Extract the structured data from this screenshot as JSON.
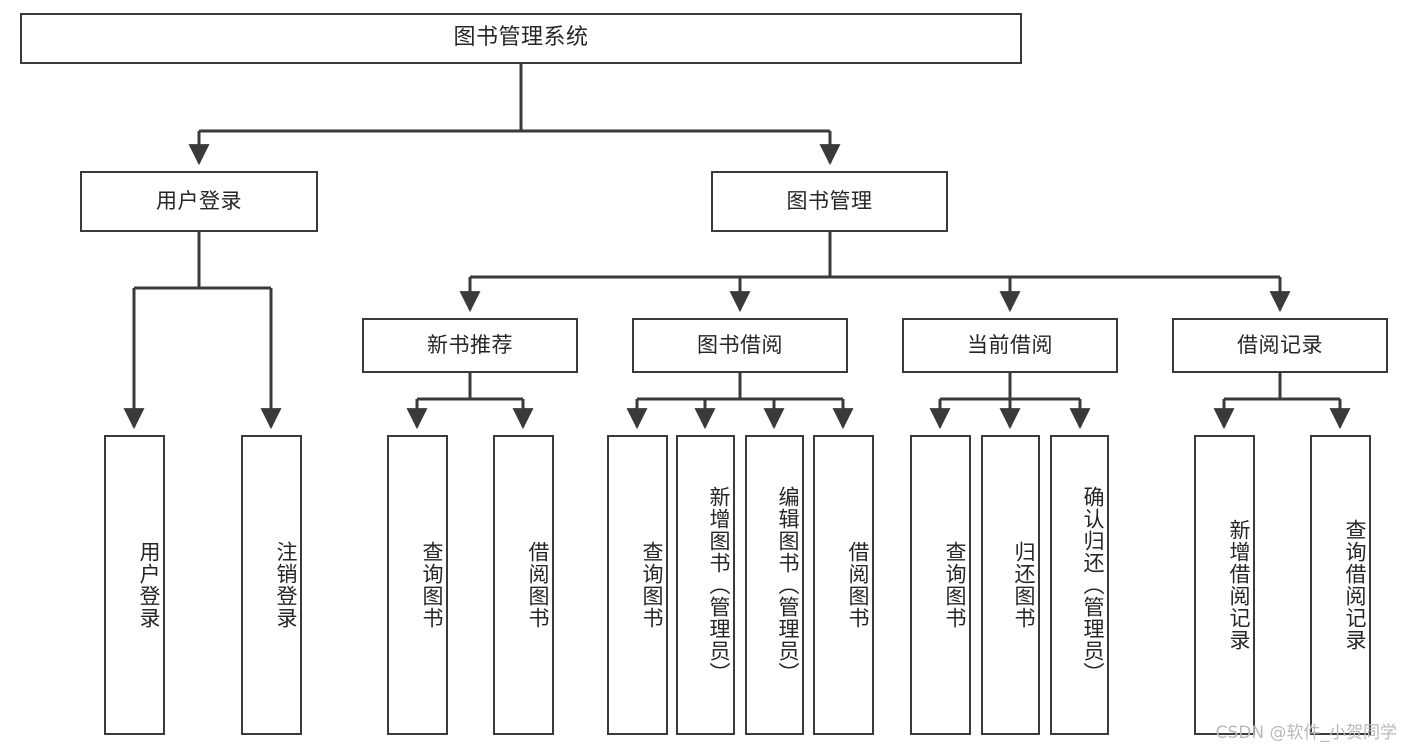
{
  "diagram": {
    "title": "图书管理系统",
    "type": "tree",
    "root": {
      "id": "root",
      "label": "图书管理系统"
    },
    "level2": [
      {
        "id": "user-login",
        "label": "用户登录"
      },
      {
        "id": "book-manage",
        "label": "图书管理"
      }
    ],
    "level3": [
      {
        "id": "new-book-recommend",
        "label": "新书推荐"
      },
      {
        "id": "book-borrow",
        "label": "图书借阅"
      },
      {
        "id": "current-borrow",
        "label": "当前借阅"
      },
      {
        "id": "borrow-record",
        "label": "借阅记录"
      }
    ],
    "leaves": {
      "user_login": [
        {
          "id": "leaf-user-login",
          "label": "用户登录"
        },
        {
          "id": "leaf-user-logout",
          "label": "注销登录"
        }
      ],
      "new_book_recommend": [
        {
          "id": "leaf-query-book-1",
          "label": "查询图书"
        },
        {
          "id": "leaf-borrow-book-1",
          "label": "借阅图书"
        }
      ],
      "book_borrow": [
        {
          "id": "leaf-query-book-2",
          "label": "查询图书"
        },
        {
          "id": "leaf-add-book",
          "label": "新增图书（管理员）"
        },
        {
          "id": "leaf-edit-book",
          "label": "编辑图书（管理员）"
        },
        {
          "id": "leaf-borrow-book-2",
          "label": "借阅图书"
        }
      ],
      "current_borrow": [
        {
          "id": "leaf-query-book-3",
          "label": "查询图书"
        },
        {
          "id": "leaf-return-book",
          "label": "归还图书"
        },
        {
          "id": "leaf-confirm-return",
          "label": "确认归还（管理员）"
        }
      ],
      "borrow_record": [
        {
          "id": "leaf-add-record",
          "label": "新增借阅记录"
        },
        {
          "id": "leaf-query-record",
          "label": "查询借阅记录"
        }
      ]
    }
  },
  "watermark": {
    "text": "CSDN @软件_小贺同学"
  },
  "colors": {
    "border": "#3a3a3a",
    "text": "#262626",
    "background": "#ffffff",
    "watermark": "#b9b9b9"
  }
}
